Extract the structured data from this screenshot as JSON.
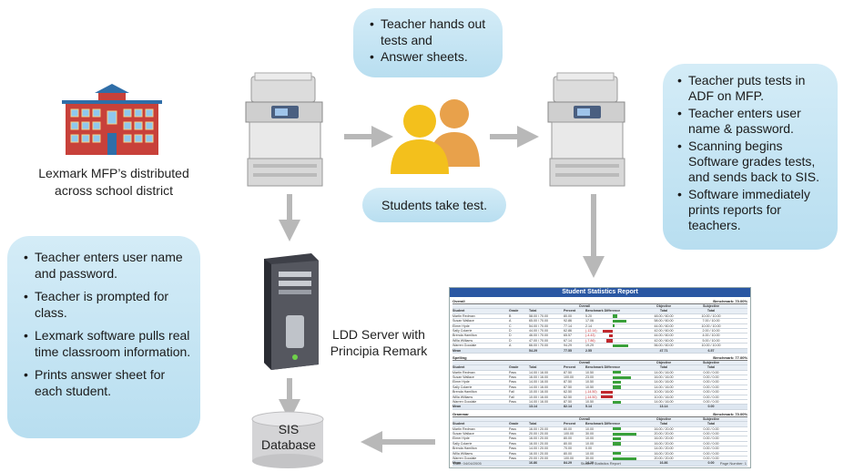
{
  "bubbles": {
    "teacher_hands_out": [
      "Teacher hands out tests and",
      "Answer sheets."
    ],
    "teacher_puts_tests": [
      "Teacher puts tests in ADF on MFP.",
      "Teacher enters user name & password.",
      "Scanning begins Software grades tests, and sends back to SIS.",
      "Software immediately prints reports for teachers."
    ],
    "teacher_enters": [
      "Teacher enters user name and password.",
      "Teacher is prompted for class.",
      "Lexmark software pulls real time classroom information.",
      "Prints answer sheet for each student."
    ],
    "students_take_test": "Students take test."
  },
  "captions": {
    "school": [
      "Lexmark MFP’s distributed",
      "across school district"
    ],
    "server": [
      "LDD Server with",
      "Principia Remark"
    ],
    "database": [
      "SIS",
      "Database"
    ]
  },
  "report": {
    "title": "Student Statistics Report",
    "sections": [
      {
        "name": "Overall",
        "benchmark": "Benchmark: 70.00%",
        "headers": [
          "Student",
          "Grade",
          "Total",
          "Percent",
          "Benchmark Difference",
          "Total",
          "Total"
        ],
        "group_headers": [
          "Overall",
          "Objective",
          "Subjective"
        ],
        "rows": [
          [
            "Martin Redman",
            "B",
            "58.00 / 70.00",
            "80.00",
            "5.20",
            "48.00 / 60.00",
            "10.00 / 10.00"
          ],
          [
            "Susan Wallace",
            "A",
            "65.00 / 70.00",
            "92.86",
            "17.06",
            "58.00 / 60.00",
            "7.00 / 10.00"
          ],
          [
            "Elmer Hyde",
            "C",
            "54.00 / 70.00",
            "77.14",
            "2.14",
            "44.00 / 60.00",
            "10.00 / 10.00"
          ],
          [
            "Sally Colarrie",
            "D",
            "44.00 / 70.00",
            "62.86",
            "(-12.14)",
            "42.00 / 60.00",
            "2.00 / 10.00"
          ],
          [
            "Brenda Hamilton",
            "D",
            "46.00 / 70.00",
            "65.57",
            "(-4.43)",
            "44.00 / 60.00",
            "4.00 / 10.00"
          ],
          [
            "Willa Williams",
            "D",
            "47.00 / 70.00",
            "67.14",
            "(-7.86)",
            "42.00 / 60.00",
            "5.00 / 10.00"
          ],
          [
            "Warren Goodale",
            "A",
            "66.00 / 70.00",
            "94.29",
            "19.29",
            "56.00 / 60.00",
            "10.00 / 10.00"
          ]
        ],
        "mean": [
          "Mean",
          "",
          "54.29",
          "77.55",
          "2.55",
          "47.71",
          "6.57"
        ],
        "diffs": [
          5.2,
          17.06,
          2.14,
          -12.14,
          -4.43,
          -7.86,
          19.29
        ]
      },
      {
        "name": "Spelling",
        "benchmark": "Benchmark: 77.00%",
        "headers": [
          "Student",
          "Grade",
          "Total",
          "Percent",
          "Benchmark Difference",
          "Total",
          "Total"
        ],
        "group_headers": [
          "Overall",
          "Objective",
          "Subjective"
        ],
        "rows": [
          [
            "Martin Redman",
            "Pass",
            "14.00 / 16.00",
            "87.50",
            "10.50",
            "14.00 / 16.00",
            "0.00 / 0.00"
          ],
          [
            "Susan Wallace",
            "Pass",
            "16.00 / 16.00",
            "100.00",
            "23.00",
            "16.00 / 16.00",
            "0.00 / 0.00"
          ],
          [
            "Elmer Hyde",
            "Pass",
            "14.00 / 16.00",
            "87.50",
            "10.50",
            "14.00 / 16.00",
            "0.00 / 0.00"
          ],
          [
            "Sally Colarrie",
            "Pass",
            "14.00 / 16.00",
            "87.50",
            "10.50",
            "14.00 / 16.00",
            "0.00 / 0.00"
          ],
          [
            "Brenda Hamilton",
            "Fail",
            "10.00 / 16.00",
            "62.50",
            "(-14.50)",
            "10.00 / 16.00",
            "0.00 / 0.00"
          ],
          [
            "Willa Williams",
            "Fail",
            "10.00 / 16.00",
            "62.50",
            "(-14.50)",
            "10.00 / 16.00",
            "0.00 / 0.00"
          ],
          [
            "Warren Goodale",
            "Pass",
            "14.00 / 16.00",
            "87.50",
            "10.50",
            "14.00 / 16.00",
            "0.00 / 0.00"
          ]
        ],
        "mean": [
          "Mean",
          "",
          "13.14",
          "82.14",
          "5.14",
          "13.14",
          "0.00"
        ],
        "diffs": [
          10.5,
          23,
          10.5,
          10.5,
          -14.5,
          -14.5,
          10.5
        ]
      },
      {
        "name": "Grammar",
        "benchmark": "Benchmark: 70.00%",
        "headers": [
          "Student",
          "Grade",
          "Total",
          "Percent",
          "Benchmark Difference",
          "Total",
          "Total"
        ],
        "group_headers": [
          "Overall",
          "Objective",
          "Subjective"
        ],
        "rows": [
          [
            "Martin Redman",
            "Pass",
            "16.00 / 20.00",
            "80.00",
            "10.00",
            "16.00 / 20.00",
            "0.00 / 0.00"
          ],
          [
            "Susan Wallace",
            "Pass",
            "20.00 / 20.00",
            "100.00",
            "30.00",
            "20.00 / 20.00",
            "0.00 / 0.00"
          ],
          [
            "Elmer Hyde",
            "Pass",
            "16.00 / 20.00",
            "80.00",
            "10.00",
            "16.00 / 20.00",
            "0.00 / 0.00"
          ],
          [
            "Sally Colarrie",
            "Pass",
            "16.00 / 20.00",
            "80.00",
            "10.00",
            "16.00 / 20.00",
            "0.00 / 0.00"
          ],
          [
            "Brenda Hamilton",
            "Pass",
            "14.00 / 20.00",
            "70.00",
            "0.00",
            "14.00 / 20.00",
            "0.00 / 0.00"
          ],
          [
            "Willa Williams",
            "Pass",
            "16.00 / 20.00",
            "80.00",
            "10.00",
            "16.00 / 20.00",
            "0.00 / 0.00"
          ],
          [
            "Warren Goodale",
            "Pass",
            "20.00 / 20.00",
            "100.00",
            "30.00",
            "20.00 / 20.00",
            "0.00 / 0.00"
          ]
        ],
        "mean": [
          "Mean",
          "",
          "16.86",
          "84.29",
          "14.29",
          "16.86",
          "0.00"
        ],
        "diffs": [
          10,
          30,
          10,
          10,
          0,
          10,
          30
        ]
      }
    ],
    "footer": [
      "Date: 04/04/2005",
      "Student Statistics Report",
      "Page Number: 1"
    ]
  },
  "colors": {
    "bubble": "#c5e6f5",
    "arrow": "#b8b8b8",
    "school_red": "#c8413a",
    "report_header": "#2a57a3",
    "bar_green": "#3aa03a",
    "bar_red": "#c0282d"
  }
}
